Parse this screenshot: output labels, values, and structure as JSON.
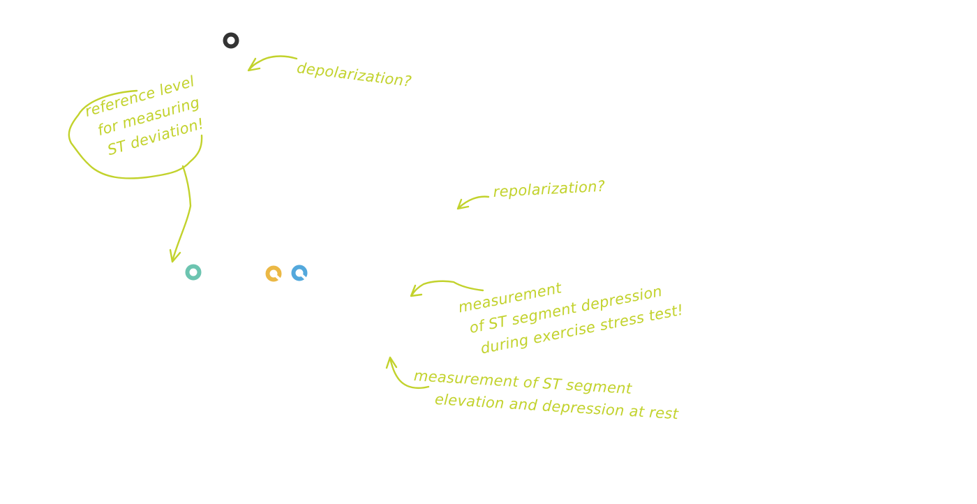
{
  "colors": {
    "annotation": "#c2d22c",
    "marker_dark": "#333333",
    "marker_teal": "#6cc4b0",
    "marker_yellow": "#ebb845",
    "marker_blue": "#53a8dc"
  },
  "annotations": {
    "depolarization": "depolarization?",
    "repolarization": "repolarization?",
    "reference": {
      "line1": "reference level",
      "line2": "for measuring",
      "line3": "ST deviation!"
    },
    "exercise": {
      "line1": "measurement",
      "line2": "of ST segment depression",
      "line3": "during exercise stress test!"
    },
    "rest": {
      "line1": "measurement of ST segment",
      "line2": "elevation and depression at rest"
    }
  }
}
